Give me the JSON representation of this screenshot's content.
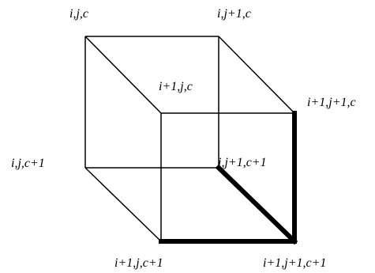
{
  "diagram": {
    "line_color": "#000000",
    "background": "#ffffff",
    "vertices": [
      {
        "id": "back-top-left",
        "label": "i,j,c"
      },
      {
        "id": "back-top-right",
        "label": "i,j+1,c"
      },
      {
        "id": "front-top-left",
        "label": "i+1,j,c"
      },
      {
        "id": "front-top-right",
        "label": "i+1,j+1,c"
      },
      {
        "id": "back-bottom-left",
        "label": "i,j,c+1"
      },
      {
        "id": "back-bottom-right",
        "label": "i,j+1,c+1"
      },
      {
        "id": "front-bottom-left",
        "label": "i+1,j,c+1"
      },
      {
        "id": "front-bottom-right",
        "label": "i+1,j+1,c+1"
      }
    ],
    "edges": [
      {
        "from": "back-top-left",
        "to": "back-top-right",
        "bold": false
      },
      {
        "from": "back-top-left",
        "to": "back-bottom-left",
        "bold": false
      },
      {
        "from": "back-top-left",
        "to": "front-top-left",
        "bold": false
      },
      {
        "from": "back-top-right",
        "to": "back-bottom-right",
        "bold": false
      },
      {
        "from": "back-top-right",
        "to": "front-top-right",
        "bold": false
      },
      {
        "from": "back-bottom-left",
        "to": "back-bottom-right",
        "bold": false
      },
      {
        "from": "back-bottom-left",
        "to": "front-bottom-left",
        "bold": false
      },
      {
        "from": "front-top-left",
        "to": "front-top-right",
        "bold": false
      },
      {
        "from": "front-top-left",
        "to": "front-bottom-left",
        "bold": false
      },
      {
        "from": "front-top-right",
        "to": "front-bottom-right",
        "bold": true
      },
      {
        "from": "front-bottom-left",
        "to": "front-bottom-right",
        "bold": true
      },
      {
        "from": "back-bottom-right",
        "to": "front-bottom-right",
        "bold": true
      }
    ]
  }
}
